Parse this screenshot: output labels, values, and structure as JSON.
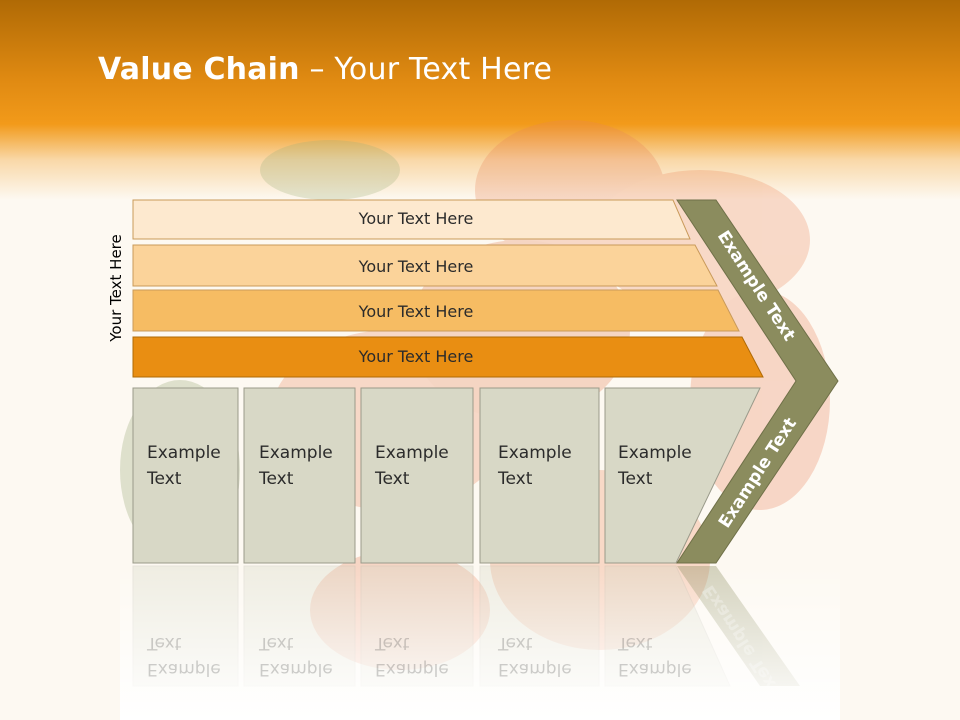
{
  "title": {
    "bold": "Value Chain",
    "rest": " – Your Text Here"
  },
  "side_label": "Your Text Here",
  "bars": [
    {
      "label": "Your Text Here",
      "color": "#fde9cf"
    },
    {
      "label": "Your Text Here",
      "color": "#fbd39a"
    },
    {
      "label": "Your Text Here",
      "color": "#f6bc63"
    },
    {
      "label": "Your Text Here",
      "color": "#e98e12"
    }
  ],
  "boxes": [
    {
      "line1": "Example",
      "line2": "Text"
    },
    {
      "line1": "Example",
      "line2": "Text"
    },
    {
      "line1": "Example",
      "line2": "Text"
    },
    {
      "line1": "Example",
      "line2": "Text"
    },
    {
      "line1": "Example",
      "line2": "Text"
    }
  ],
  "chevron": {
    "upper_text": "Example Text",
    "lower_text": "Example Text",
    "color": "#8b8c5e"
  },
  "colors": {
    "box_fill": "#d8d8c6",
    "box_border": "#9a9a8a",
    "header_dark": "#b06a05",
    "header_mid": "#f29a1a"
  }
}
